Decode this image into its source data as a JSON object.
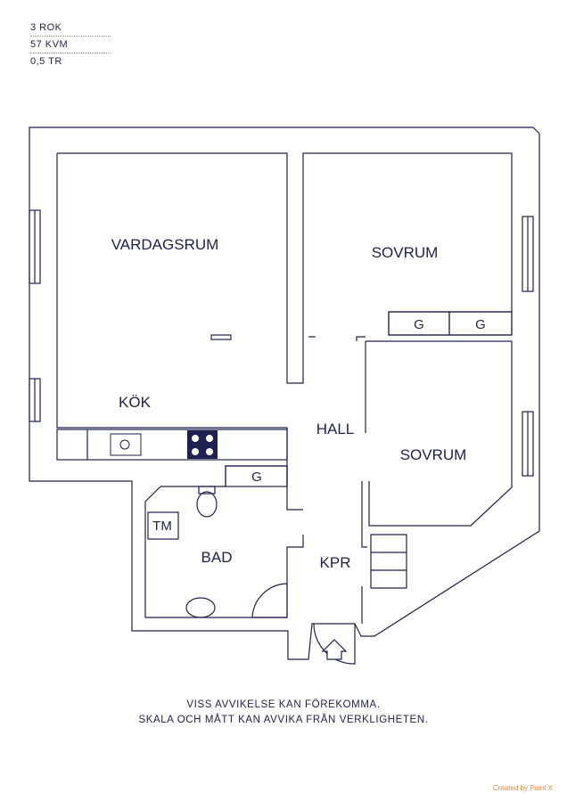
{
  "info": {
    "rooms": "3  ROK",
    "area": "57  KVM",
    "floor": "0,5  TR"
  },
  "rooms": {
    "living": "VARDAGSRUM",
    "bedroom1": "SOVRUM",
    "bedroom2": "SOVRUM",
    "kitchen": "KÖK",
    "hall": "HALL",
    "bath": "BAD",
    "closet": "KPR",
    "laundry": "TM",
    "wardrobe1": "G",
    "wardrobe2": "G",
    "wardrobe3": "G"
  },
  "disclaimer": {
    "line1": "VISS  AVVIKELSE  KAN  FÖREKOMMA.",
    "line2": "SKALA  OCH  MÅTT  KAN  AVVIKA  FRÅN  VERKLIGHETEN."
  },
  "credit": "Created by Paint X",
  "colors": {
    "line": "#1d2150",
    "credit": "#e58a3a"
  }
}
